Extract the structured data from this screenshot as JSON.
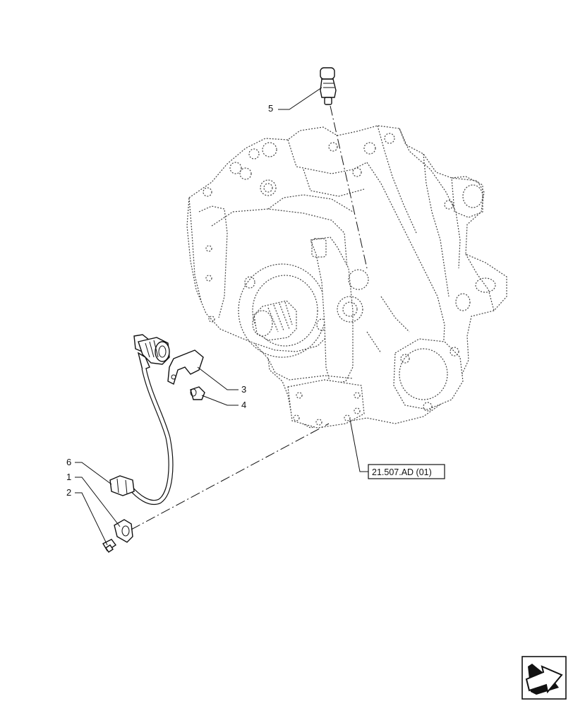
{
  "callouts": {
    "c1": "1",
    "c2": "2",
    "c3": "3",
    "c4": "4",
    "c5": "5",
    "c6": "6"
  },
  "reference": {
    "label": "21.507.AD (01)"
  },
  "nav": {
    "icon": "next-page-arrow-icon"
  }
}
